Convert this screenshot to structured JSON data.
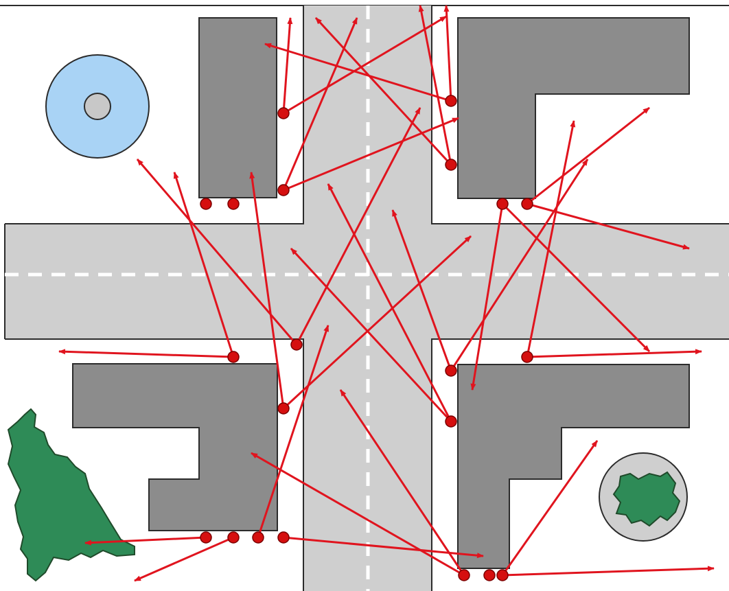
{
  "colors": {
    "background": "#ffffff",
    "road": "#cfcfcf",
    "road_edge": "#2b2b2b",
    "lane_marking": "#ffffff",
    "building": "#8c8c8c",
    "building_edge": "#2b2b2b",
    "pond_water": "#a9d3f5",
    "pond_center": "#c8c8c8",
    "forest": "#2e8b57",
    "forest_edge": "#1f4a2a",
    "plaza_ring": "#cfcfcf",
    "arrow": "#e0141e",
    "node": "#d50f0f",
    "node_edge": "#7a0000"
  },
  "legend": [],
  "elements": {
    "roads": [
      "vertical-road",
      "horizontal-road"
    ],
    "buildings": [
      "building-nw",
      "building-ne",
      "building-sw",
      "building-se"
    ],
    "features": [
      "pond",
      "forest",
      "plaza-with-tree-cluster"
    ]
  }
}
